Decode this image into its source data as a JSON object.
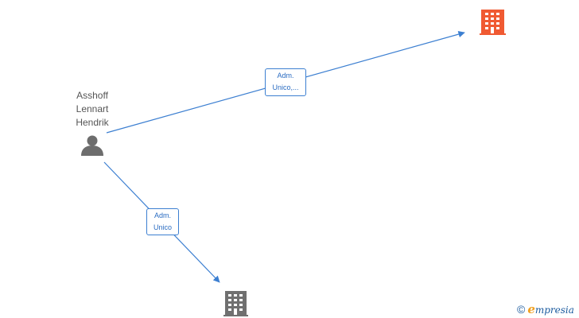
{
  "person": {
    "name": "Asshoff\nLennart\nHendrik"
  },
  "edges": [
    {
      "label": "Adm.\nUnico,..."
    },
    {
      "label": "Adm.\nUnico"
    }
  ],
  "colors": {
    "edge": "#3c7fd1",
    "person_icon": "#6d6d6d",
    "company_highlight": "#f05a32",
    "company_normal": "#707070"
  },
  "watermark": {
    "symbol": "©",
    "brand_initial": "e",
    "brand_rest": "mpresia"
  }
}
